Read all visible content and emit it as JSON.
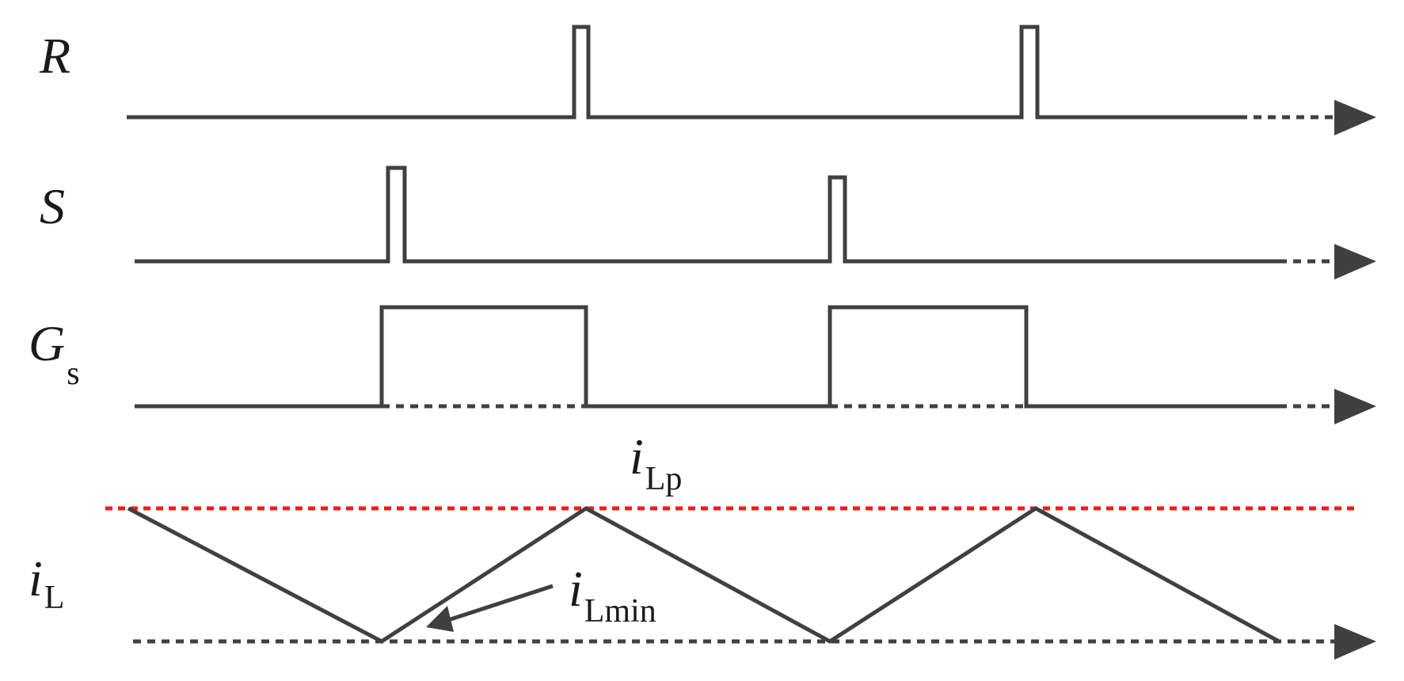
{
  "signals": {
    "r": {
      "label": "R"
    },
    "s": {
      "label": "S"
    },
    "gs": {
      "label": "G",
      "sub": "s"
    },
    "il": {
      "label": "i",
      "sub": "L"
    }
  },
  "annotations": {
    "ilp": {
      "label": "i",
      "sub": "Lp"
    },
    "ilmin": {
      "label": "i",
      "sub": "Lmin"
    }
  },
  "colors": {
    "trace": "#404040",
    "reference": "#ee1c1c"
  }
}
